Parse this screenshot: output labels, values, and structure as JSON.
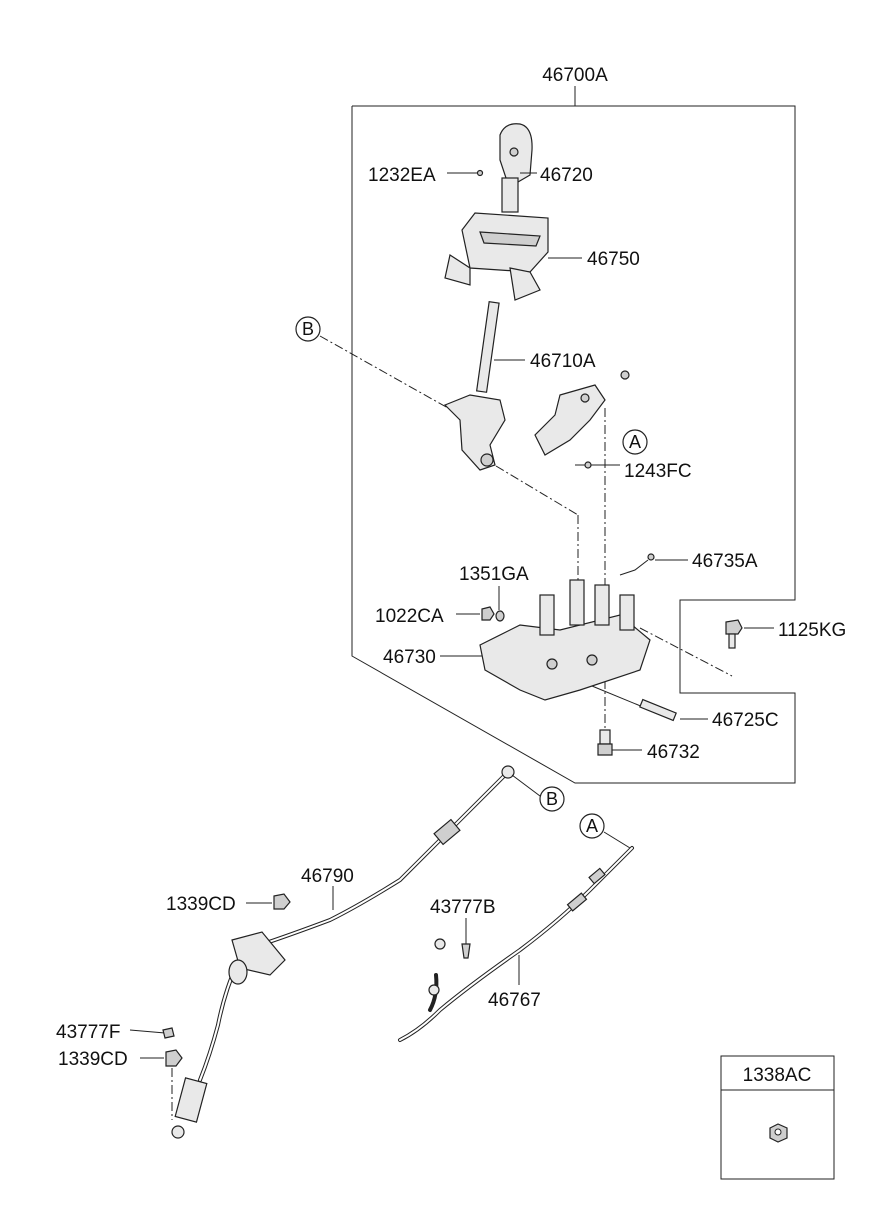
{
  "diagram": {
    "assembly_label": "46700A",
    "labels": {
      "p1232EA": "1232EA",
      "p46720": "46720",
      "p46750": "46750",
      "p46710A": "46710A",
      "p1243FC": "1243FC",
      "p46735A": "46735A",
      "p1351GA": "1351GA",
      "p1022CA": "1022CA",
      "p1125KG": "1125KG",
      "p46730": "46730",
      "p46725C": "46725C",
      "p46732": "46732",
      "p46790": "46790",
      "p1339CD_top": "1339CD",
      "p43777B": "43777B",
      "p46767": "46767",
      "p43777F": "43777F",
      "p1339CD_bottom": "1339CD"
    },
    "callouts": {
      "B_top": "B",
      "A_top": "A",
      "B_bottom": "B",
      "A_bottom": "A"
    },
    "legend_box": {
      "title": "1338AC"
    }
  }
}
